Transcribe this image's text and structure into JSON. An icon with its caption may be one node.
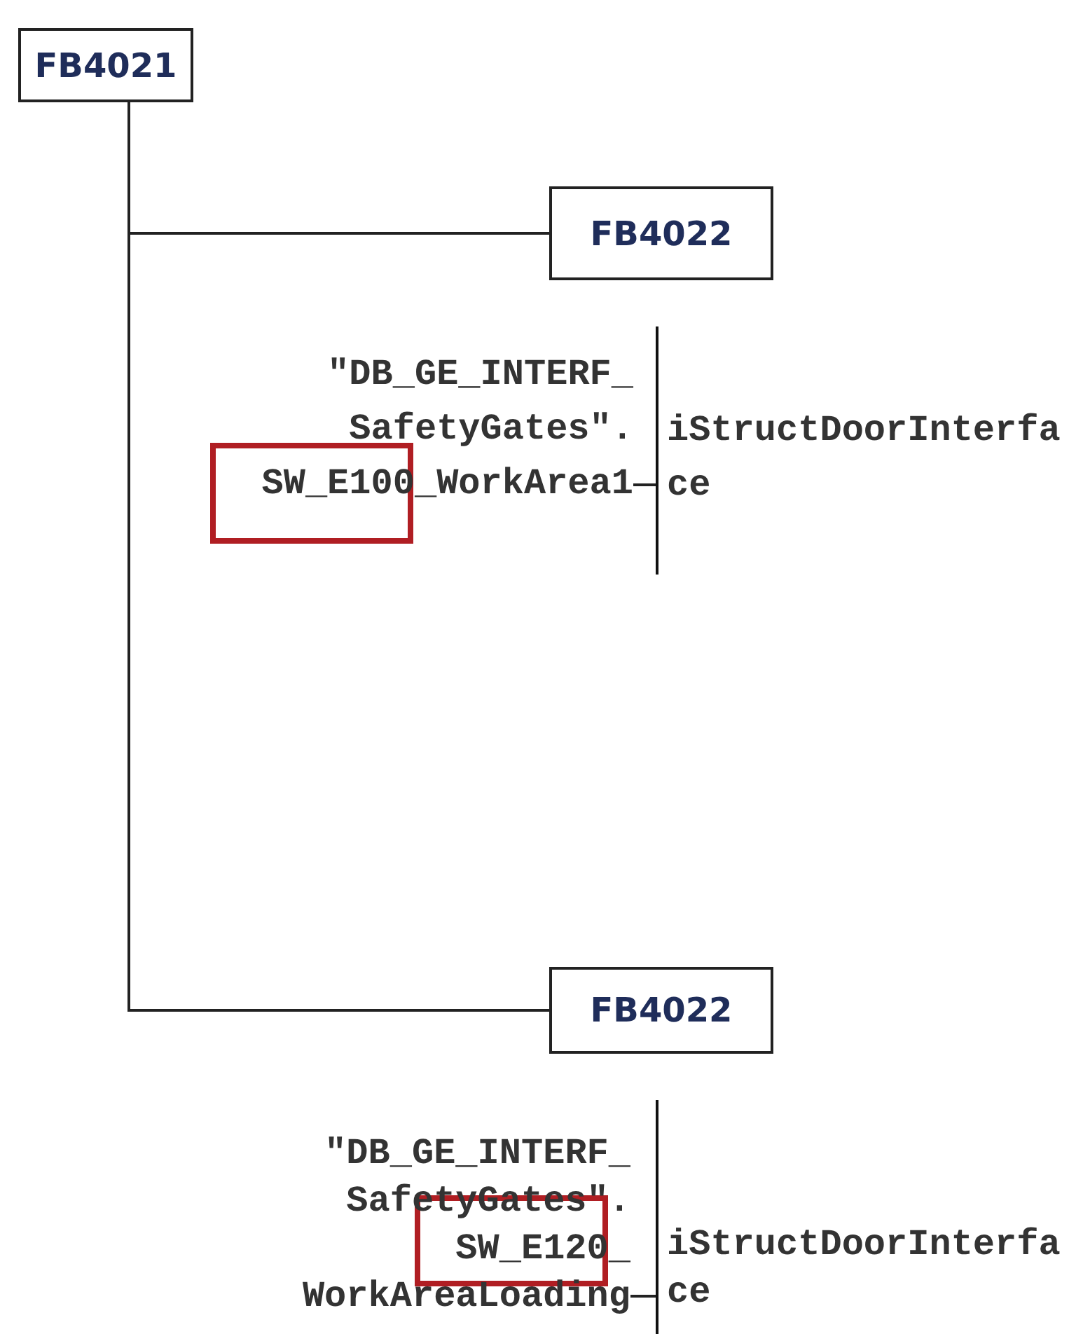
{
  "diagram": {
    "nodes": [
      {
        "text": [
          "FB4021"
        ]
      },
      {
        "text": [
          "FB4022"
        ]
      },
      {
        "text": [
          "\"DB_GE_INTERF_ SafetyGates\". SW_E100_WorkArea1"
        ]
      },
      {
        "text": [
          "iStructDoorInterfa ce"
        ]
      },
      {
        "text": [
          "FB4022"
        ]
      },
      {
        "text": [
          "\"DB_GE_INTERF_ SafetyGates\". SW_E120_ WorkAreaLoading"
        ]
      },
      {
        "text": [
          "iStructDoorInterfa ce"
        ]
      }
    ],
    "edges": [
      {
        "from": 0,
        "to": 1,
        "arrow": "none"
      },
      {
        "from": 0,
        "to": 4,
        "arrow": "none"
      },
      {
        "from": 2,
        "to": 3,
        "arrow": "none"
      },
      {
        "from": 5,
        "to": 6,
        "arrow": "none"
      }
    ]
  }
}
